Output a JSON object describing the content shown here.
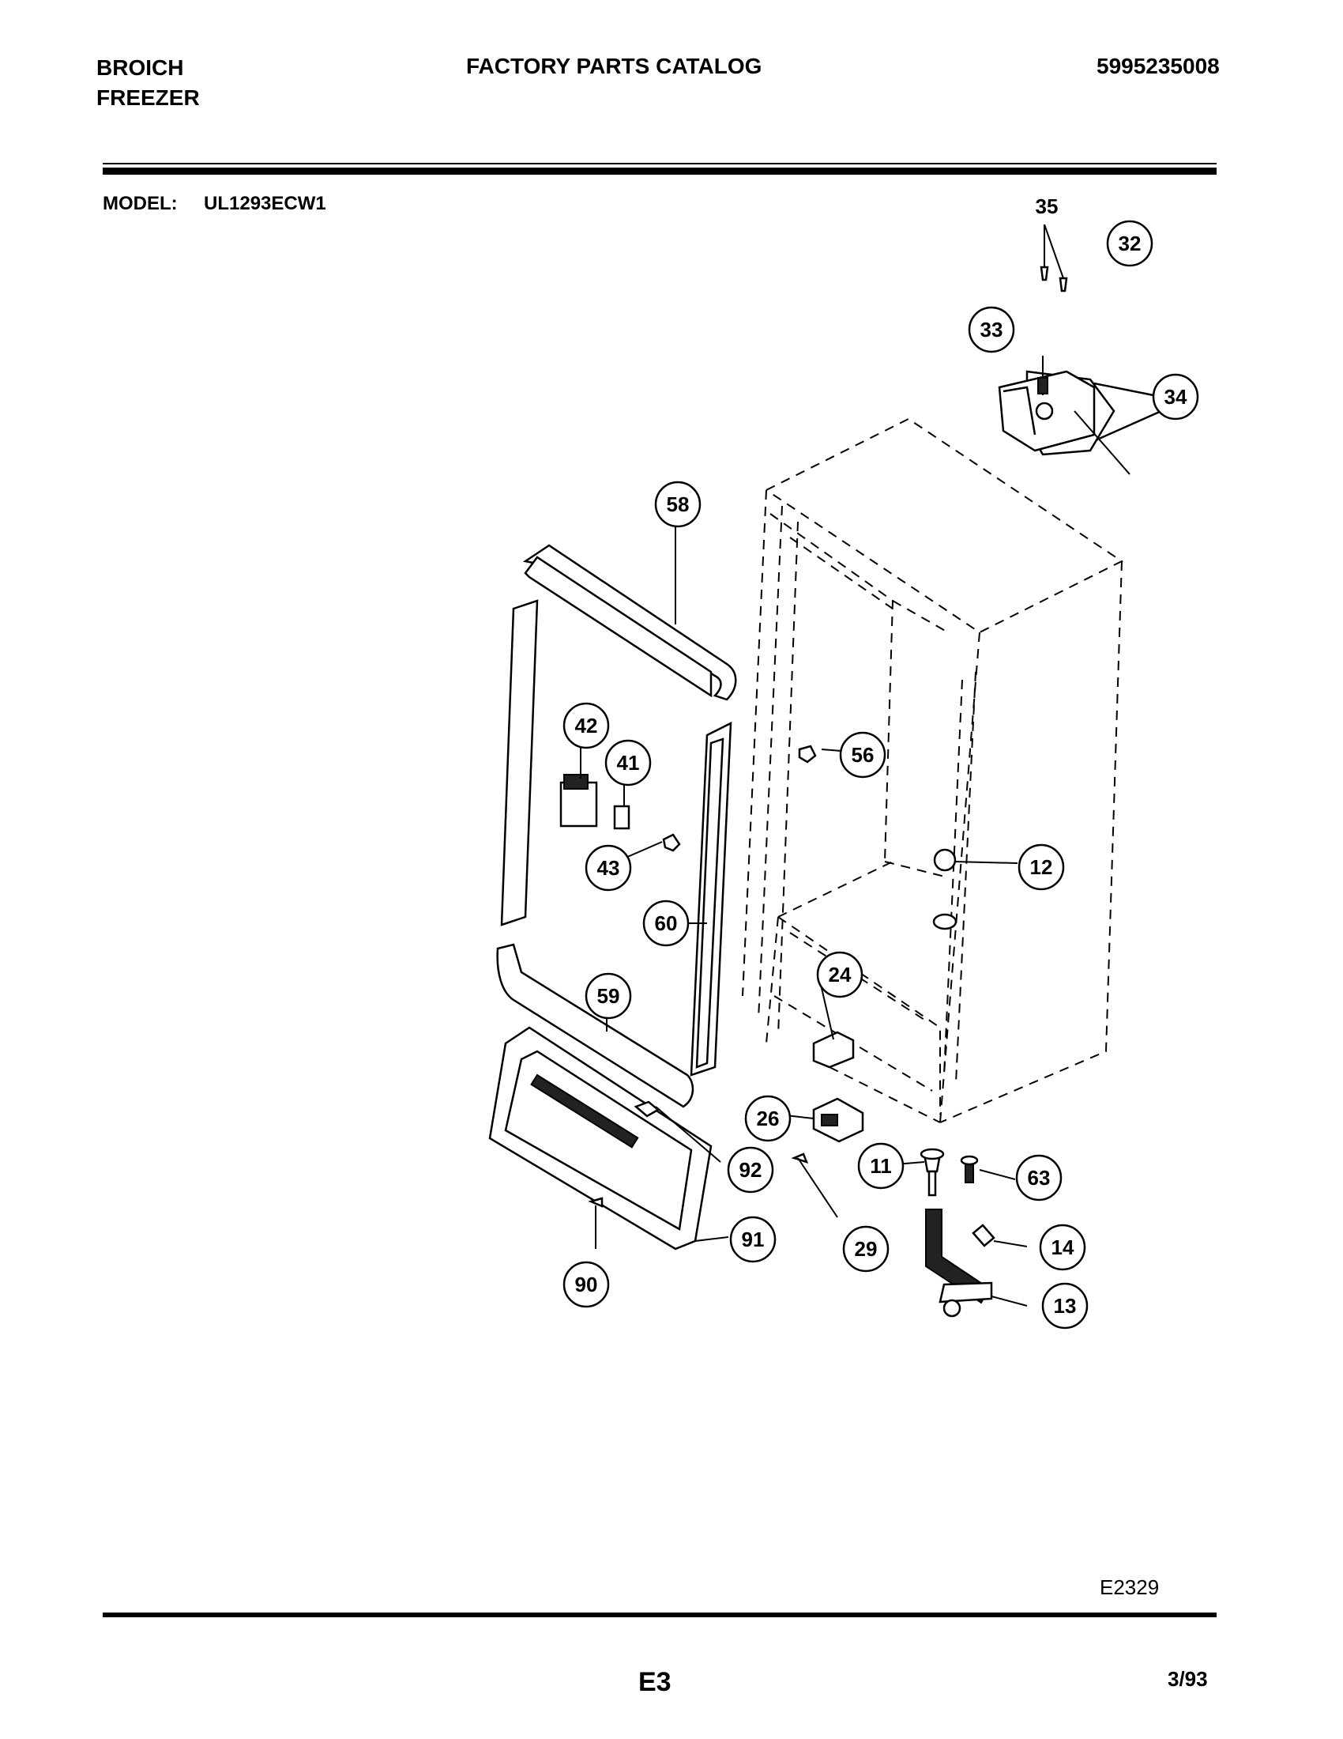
{
  "header": {
    "brand_line1": "BROICH",
    "brand_line2": "FREEZER",
    "catalog_title": "FACTORY PARTS CATALOG",
    "catalog_number": "5995235008",
    "model_label": "MODEL:",
    "model_number": "UL1293ECW1"
  },
  "callouts": {
    "c35": "35",
    "c32": "32",
    "c33": "33",
    "c34": "34",
    "c58": "58",
    "c42": "42",
    "c41": "41",
    "c43": "43",
    "c56": "56",
    "c12": "12",
    "c60": "60",
    "c24": "24",
    "c59": "59",
    "c26": "26",
    "c92": "92",
    "c11": "11",
    "c63": "63",
    "c29": "29",
    "c91": "91",
    "c14": "14",
    "c90": "90",
    "c13": "13"
  },
  "footer": {
    "drawing_code": "E2329",
    "page": "E3",
    "date": "3/93"
  }
}
